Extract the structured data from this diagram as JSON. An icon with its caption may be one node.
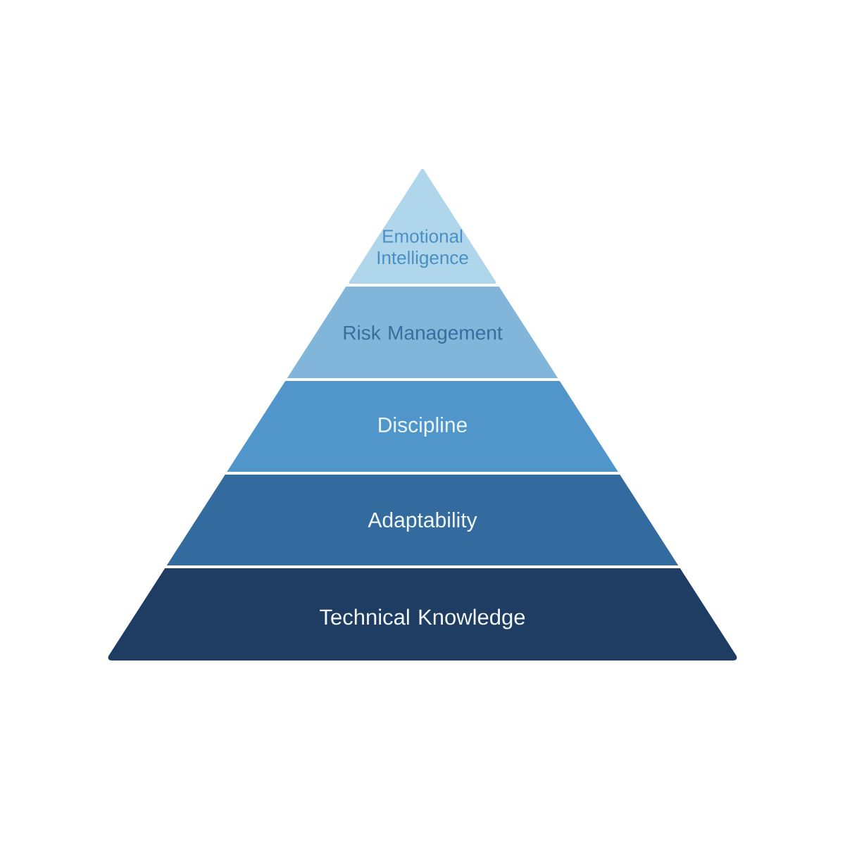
{
  "diagram": {
    "nodes": [
      {
        "text": [
          "Emotional Intelligence"
        ]
      },
      {
        "text": [
          "Risk Management"
        ]
      },
      {
        "text": [
          "Discipline"
        ]
      },
      {
        "text": [
          "Adaptability"
        ]
      },
      {
        "text": [
          "Technical Knowledge"
        ]
      }
    ]
  }
}
